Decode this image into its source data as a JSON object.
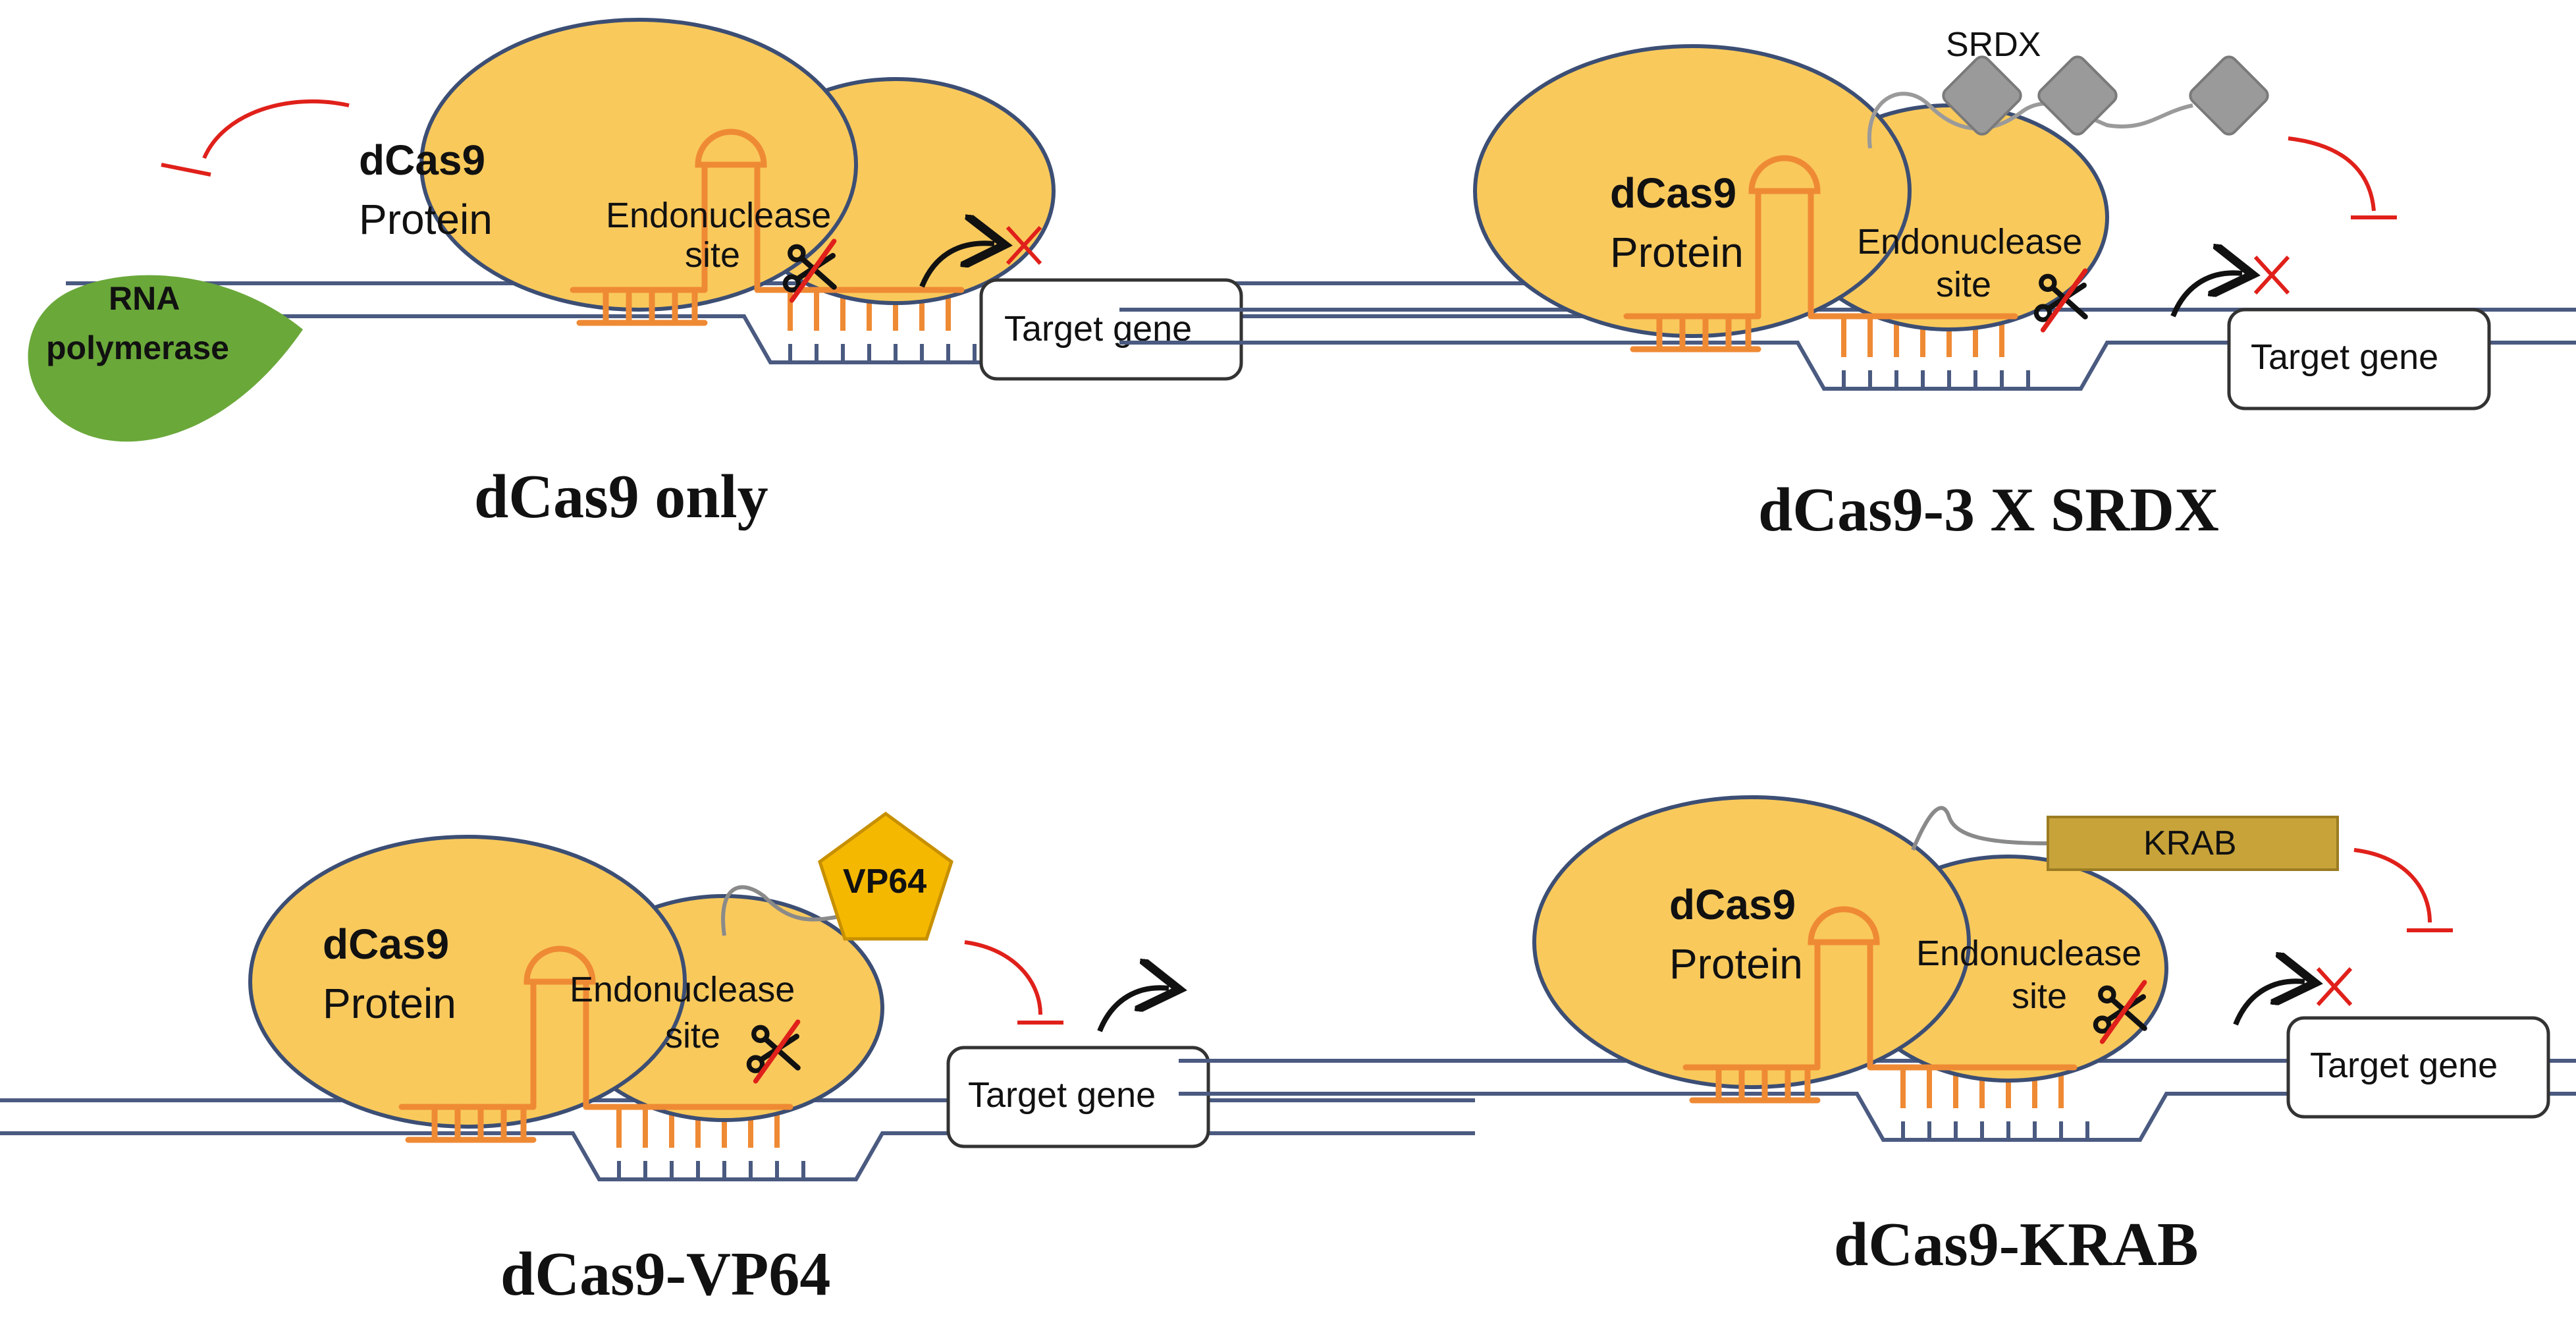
{
  "panels": {
    "p1": {
      "caption": "dCas9 only",
      "protein_line1": "dCas9",
      "protein_line2": "Protein",
      "endo_line1": "Endonuclease",
      "endo_line2": "site",
      "gene": "Target gene",
      "rnap_line1": "RNA",
      "rnap_line2": "polymerase"
    },
    "p2": {
      "caption": "dCas9-3 X SRDX",
      "protein_line1": "dCas9",
      "protein_line2": "Protein",
      "endo_line1": "Endonuclease",
      "endo_line2": "site",
      "gene": "Target gene",
      "effector": "SRDX"
    },
    "p3": {
      "caption": "dCas9-VP64",
      "protein_line1": "dCas9",
      "protein_line2": "Protein",
      "endo_line1": "Endonuclease",
      "endo_line2": "site",
      "gene": "Target gene",
      "effector": "VP64"
    },
    "p4": {
      "caption": "dCas9-KRAB",
      "protein_line1": "dCas9",
      "protein_line2": "Protein",
      "endo_line1": "Endonuclease",
      "endo_line2": "site",
      "gene": "Target gene",
      "effector": "KRAB"
    }
  },
  "colors": {
    "protein_fill": "#f9c95c",
    "protein_stroke": "#3c4e74",
    "guide_rna": "#ef8a34",
    "dna": "#4a5a80",
    "repression": "#e0201a",
    "rnap": "#6aa83a",
    "srdx": "#9a9a9a",
    "vp64": "#f5b800",
    "krab": "#c7a33a"
  },
  "icons": [
    "scissors-icon",
    "block-x-icon",
    "inhibition-arrow-icon",
    "transcription-arrow-icon"
  ]
}
